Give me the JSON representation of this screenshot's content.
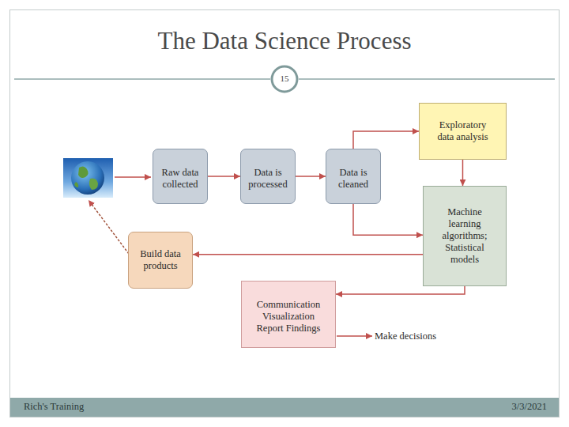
{
  "diagram": {
    "title": "The Data Science Process",
    "nodes": [
      {
        "text": [
          "Exploratory data analysis"
        ]
      },
      {
        "text": [
          "Raw data collected"
        ]
      },
      {
        "text": [
          "Data is processed"
        ]
      },
      {
        "text": [
          "Data is cleaned"
        ]
      },
      {
        "text": [
          "Machine learning algorithms; Statistical models"
        ]
      },
      {
        "text": [
          "Build data products"
        ]
      },
      {
        "text": [
          "Communication Visualization Report Findings"
        ]
      }
    ],
    "edges": [
      {
        "from": 1,
        "to": 2,
        "arrow": "to"
      },
      {
        "from": 2,
        "to": 3,
        "arrow": "to"
      },
      {
        "from": 3,
        "to": 0,
        "arrow": "to"
      },
      {
        "from": 0,
        "to": 4,
        "arrow": "to"
      },
      {
        "from": 3,
        "to": 4,
        "arrow": "to"
      },
      {
        "from": 4,
        "to": 5,
        "arrow": "to"
      },
      {
        "from": 4,
        "to": 6,
        "arrow": "to"
      }
    ],
    "labels": [
      "15",
      "Make decisions",
      "Rich's Training",
      "3/3/2021"
    ]
  }
}
